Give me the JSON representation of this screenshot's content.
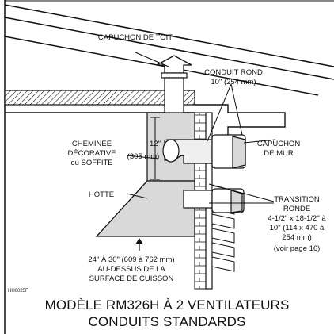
{
  "labels": {
    "roof_cap": "CAPUCHON DE TOIT",
    "round_duct_1": "CONDUIT ROND",
    "round_duct_2": "10\" (254 mm)",
    "wall_cap_1": "CAPUCHON",
    "wall_cap_2": "DE MUR",
    "chimney_1": "CHEMINÉE",
    "chimney_2": "DÉCORATIVE",
    "chimney_3": "ou SOFFITE",
    "dimension_1": "12\"",
    "dimension_2": "(305 mm)",
    "hood": "HOTTE",
    "transition_1": "TRANSITION",
    "transition_2": "RONDE",
    "transition_3": "4-1/2\" x 18-1/2\" à",
    "transition_4": "10\" (114 x 470 à",
    "transition_5": "254 mm)",
    "transition_6": "(voir page 16)",
    "height_1": "24\" À 30\" (609 à 762 mm)",
    "height_2": "AU-DESSUS DE LA",
    "height_3": "SURFACE DE CUISSON",
    "code": "HH0025F"
  },
  "title": {
    "line1": "MODÈLE RM326H À 2 VENTILATEURS",
    "line2": "CONDUITS STANDARDS"
  },
  "colors": {
    "line": "#111111",
    "fill_gray": "#d9d9d9",
    "fill_light": "#efefef"
  }
}
